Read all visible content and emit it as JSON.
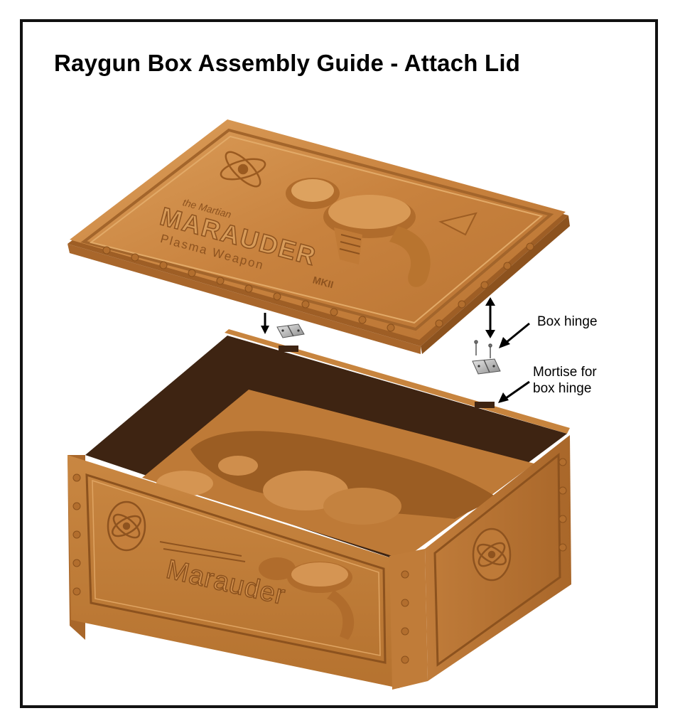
{
  "title": "Raygun Box Assembly Guide - Attach Lid",
  "labels": {
    "box_hinge": "Box hinge",
    "mortise_line1": "Mortise for",
    "mortise_line2": "box hinge"
  },
  "carvings": {
    "lid_line1": "the Martian",
    "lid_line2": "MARAUDER",
    "lid_line3": "Plasma Weapon",
    "lid_badge": "MKII",
    "box_front": "Marauder"
  },
  "icons": [
    "down-arrow-icon",
    "double-arrow-icon",
    "pointer-arrow-icon",
    "hinge-icon",
    "screw-icon",
    "atom-icon",
    "raygun-icon"
  ],
  "colors": {
    "wood": "#C8823E",
    "wood_light": "#DB9A55",
    "wood_dark": "#8E5522",
    "interior": "#3E2412",
    "frame": "#111111"
  }
}
